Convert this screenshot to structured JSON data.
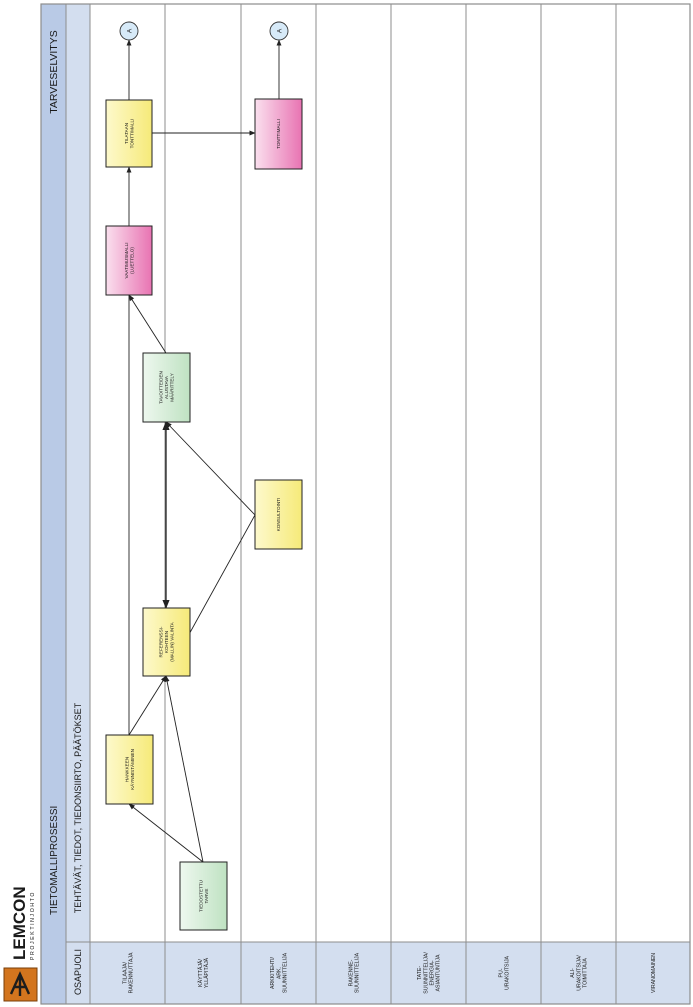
{
  "header": {
    "process_title": "TIETOMALLIPROSESSI",
    "stage_title": "TARVESELVITYS",
    "column_label": "OSAPUOLI",
    "tasks_label": "TEHTÄVÄT, TIEDOT, TIEDONSIIRTO, PÄÄTÖKSET"
  },
  "logo": {
    "name": "LEMCON",
    "subtitle": "PROJEKTINJOHTO"
  },
  "lanes": [
    {
      "id": "tilaaja",
      "label": "TILAAJA/\nRAKENNUTTAJA"
    },
    {
      "id": "kayttaja",
      "label": "KÄYTTÄJÄ/\nYLLÄPITÄJÄ"
    },
    {
      "id": "arkkitehti",
      "label": "ARKKITEHTI/\nARK.\nSUUNNITTELIJA"
    },
    {
      "id": "rakenne",
      "label": "RAKENNE-\nSUUNNITTELIJA"
    },
    {
      "id": "tate",
      "label": "TATE-\nSUUNNITTELIJA/\nENERGIA-\nASIANTUNTIJA"
    },
    {
      "id": "pu",
      "label": "PU-\nURAKOITSIJA"
    },
    {
      "id": "ali",
      "label": "ALI-\nURAKOITSIJA/\nTOIMITTAJA"
    },
    {
      "id": "viranomainen",
      "label": "VIRANOMAINEN"
    }
  ],
  "nodes": [
    {
      "id": "n1",
      "label": "TIEDOSTETTU\nTARVE",
      "kind": "data"
    },
    {
      "id": "n2",
      "label": "HANKKEEN\nKÄYNNISTÄMINEN",
      "kind": "task"
    },
    {
      "id": "n3",
      "label": "REFERENSSI-\nKOHTEEN\n(MALLIN) VALINTA",
      "kind": "task"
    },
    {
      "id": "n4",
      "label": "KONSULTOINTI",
      "kind": "task"
    },
    {
      "id": "n5",
      "label": "TAVOITTEIDEN\nALUSTAVA\nMÄÄRITTELY",
      "kind": "data"
    },
    {
      "id": "n6",
      "label": "VAATIMUSMALLI\n(LUETTELO)",
      "kind": "model"
    },
    {
      "id": "n7",
      "label": "TILATAAN\nTONTTIMALLI",
      "kind": "task"
    },
    {
      "id": "n8",
      "label": "TONTTIMALLI",
      "kind": "model"
    },
    {
      "id": "c1",
      "label": "A",
      "kind": "connector"
    },
    {
      "id": "c2",
      "label": "A",
      "kind": "connector"
    }
  ],
  "edges": [
    {
      "from": "n1",
      "to": "n2"
    },
    {
      "from": "n1",
      "to": "n3"
    },
    {
      "from": "n2",
      "to": "n3"
    },
    {
      "from": "n3",
      "to": "n5",
      "bidirectional": true
    },
    {
      "from": "n4",
      "to": "n3"
    },
    {
      "from": "n4",
      "to": "n5"
    },
    {
      "from": "n5",
      "to": "n6"
    },
    {
      "from": "n2",
      "to": "n7"
    },
    {
      "from": "n7",
      "to": "c1"
    },
    {
      "from": "n7",
      "to": "n8"
    },
    {
      "from": "n8",
      "to": "c2"
    }
  ],
  "colors": {
    "header_blue": "#b9cae6",
    "band_blue": "#d3deef",
    "grid": "#8d8d8d",
    "task_yellow": "#fbf4a0",
    "data_green": "#d2ecd4",
    "model_pink": "#ef8ec2",
    "connector_blue": "#d7eaf8",
    "logo_orange": "#d3751e"
  }
}
